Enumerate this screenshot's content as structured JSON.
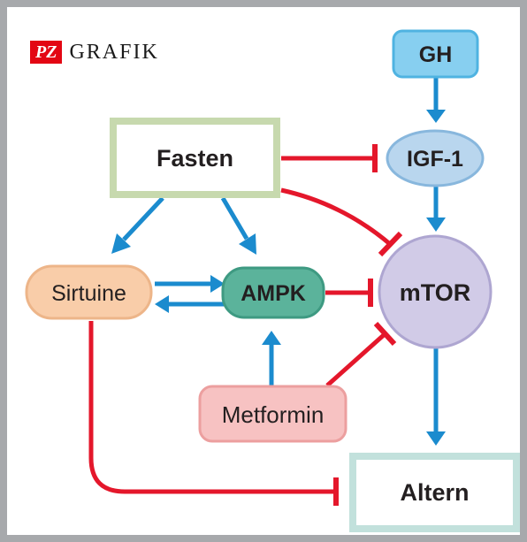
{
  "logo": {
    "badge": "PZ",
    "text": "GRAFIK"
  },
  "nodes": {
    "gh": "GH",
    "igf1": "IGF-1",
    "fasten": "Fasten",
    "sirtuine": "Sirtuine",
    "ampk": "AMPK",
    "mtor": "mTOR",
    "metformin": "Metformin",
    "altern": "Altern"
  },
  "colors": {
    "activation": "#1b8bce",
    "inhibition": "#e4172b",
    "gh_fill": "#87cff0",
    "igf_fill": "#b9d6ee",
    "fasten_border": "#c7d9ae",
    "sirtuine_fill": "#f9cda9",
    "ampk_fill": "#5bb39b",
    "mtor_fill": "#d1cbe7",
    "metformin_fill": "#f7c2c2",
    "altern_border": "#c2e1dc",
    "frame": "#a7a9ac"
  },
  "edges": [
    {
      "from": "GH",
      "to": "IGF-1",
      "type": "activation"
    },
    {
      "from": "IGF-1",
      "to": "mTOR",
      "type": "activation"
    },
    {
      "from": "Fasten",
      "to": "IGF-1",
      "type": "inhibition"
    },
    {
      "from": "Fasten",
      "to": "mTOR",
      "type": "inhibition"
    },
    {
      "from": "Fasten",
      "to": "Sirtuine",
      "type": "activation"
    },
    {
      "from": "Fasten",
      "to": "AMPK",
      "type": "activation"
    },
    {
      "from": "Sirtuine",
      "to": "AMPK",
      "type": "activation"
    },
    {
      "from": "AMPK",
      "to": "Sirtuine",
      "type": "activation"
    },
    {
      "from": "AMPK",
      "to": "mTOR",
      "type": "inhibition"
    },
    {
      "from": "Metformin",
      "to": "AMPK",
      "type": "activation"
    },
    {
      "from": "Metformin",
      "to": "mTOR",
      "type": "inhibition"
    },
    {
      "from": "mTOR",
      "to": "Altern",
      "type": "activation"
    },
    {
      "from": "Sirtuine",
      "to": "Altern",
      "type": "inhibition"
    }
  ]
}
